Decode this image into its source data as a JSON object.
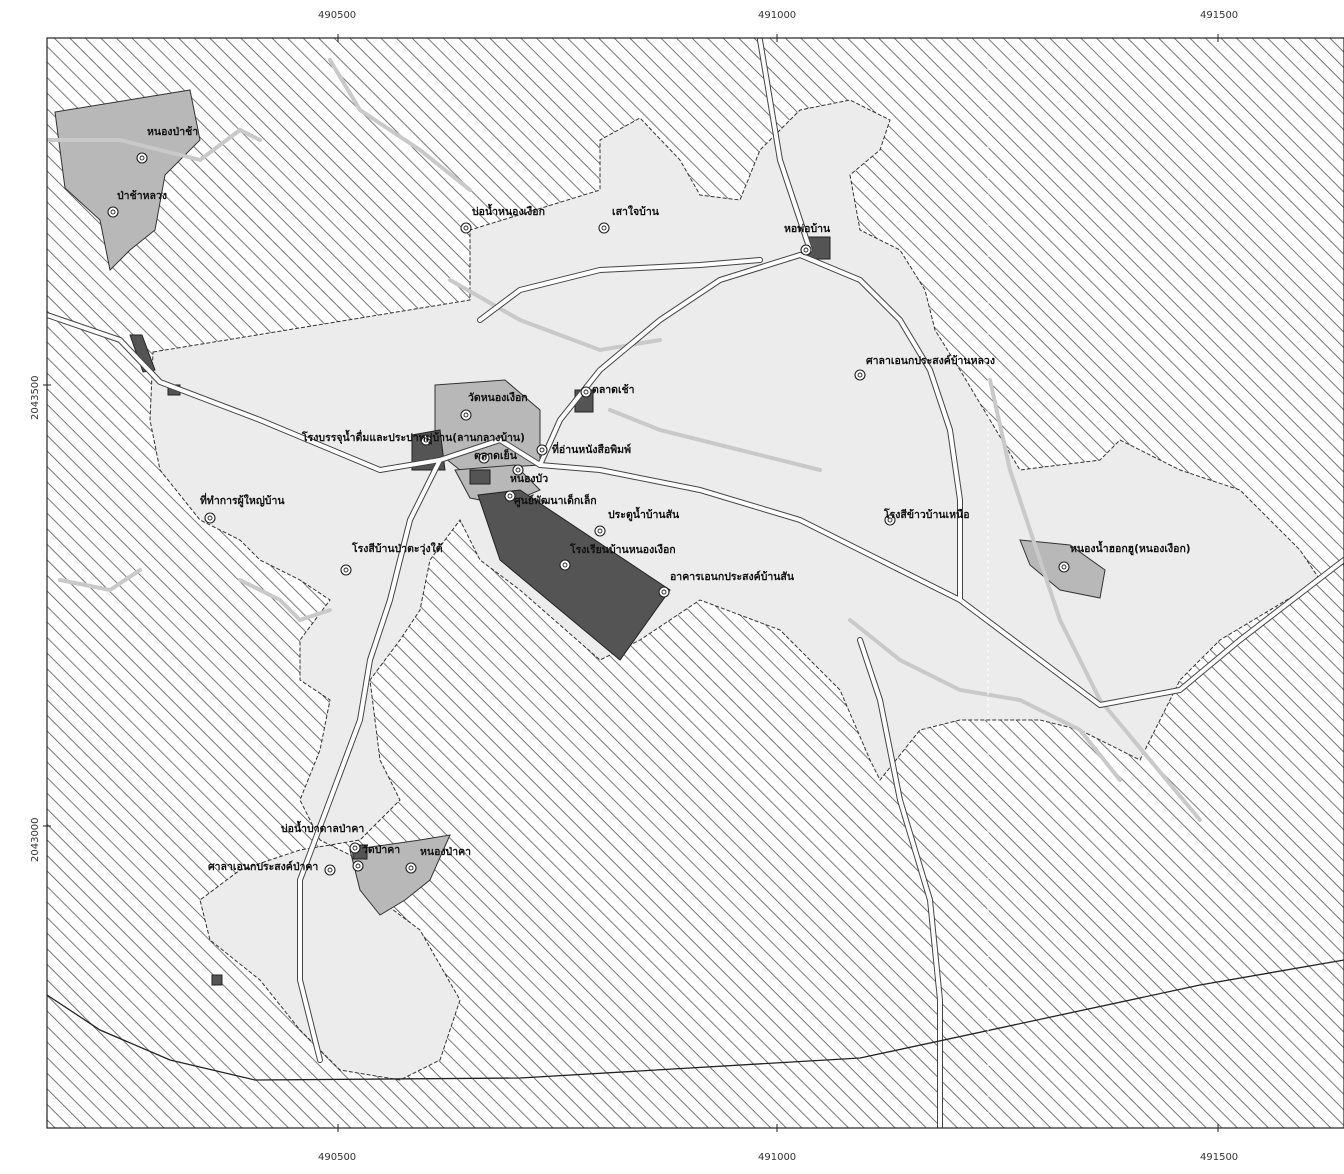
{
  "map": {
    "colors": {
      "hatch": "#555555",
      "village": "#ececec",
      "lightBlock": "#b8b8b8",
      "mediumBlock": "#8f8f8f",
      "darkBlock": "#545454",
      "stream": "#c9c9c9",
      "road": "#ffffff",
      "boundary": "#222222"
    },
    "axis": {
      "x_top": [
        "490500",
        "491000",
        "491500"
      ],
      "x_bottom": [
        "490500",
        "491000",
        "491500"
      ],
      "y_left": [
        "2043500",
        "2043000"
      ]
    },
    "places": [
      {
        "name": "หนองป่าช้า"
      },
      {
        "name": "ป่าช้าหลวง"
      },
      {
        "name": "บ่อน้ำหนองเงือก"
      },
      {
        "name": "เสาใจบ้าน"
      },
      {
        "name": "หอพ่อบ้าน"
      },
      {
        "name": "ศาลาเอนกประสงค์บ้านหลวง"
      },
      {
        "name": "วัดหนองเงือก"
      },
      {
        "name": "ตลาดเช้า"
      },
      {
        "name": "โรงบรรจุน้ำดื่มและประปาหมู่บ้าน(ลานกลางบ้าน)"
      },
      {
        "name": "ตลาดเย็น"
      },
      {
        "name": "ที่อ่านหนังสือพิมพ์"
      },
      {
        "name": "หนองบัว"
      },
      {
        "name": "ศูนย์พัฒนาเด็กเล็ก"
      },
      {
        "name": "ที่ทำการผู้ใหญ่บ้าน"
      },
      {
        "name": "ประตูน้ำบ้านสัน"
      },
      {
        "name": "โรงสีข้าวบ้านเหนือ"
      },
      {
        "name": "โรงเรียนบ้านหนองเงือก"
      },
      {
        "name": "โรงสีบ้านป่าตะวุ่งใต้"
      },
      {
        "name": "อาคารเอนกประสงค์บ้านสัน"
      },
      {
        "name": "หนองน้ำฮอกฮู(หนองเงือก)"
      },
      {
        "name": "บ่อน้ำบาดาลป่าคา"
      },
      {
        "name": "ศาลาเอนกประสงค์ป่าคา"
      },
      {
        "name": "วัดป่าคา"
      },
      {
        "name": "หนองป่าคา"
      }
    ]
  }
}
